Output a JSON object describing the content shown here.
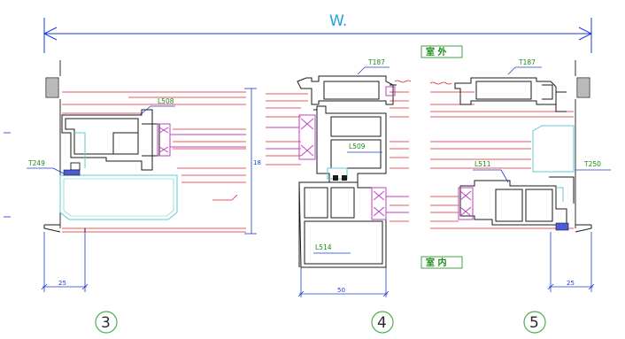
{
  "overall_width_label": "W.",
  "outside_label": "室 外",
  "inside_label": "室 内",
  "part_labels": {
    "t187_left": "T187",
    "t187_right": "T187",
    "l508": "L508",
    "l509": "L509",
    "l511": "L511",
    "l514": "L514",
    "t249": "T249",
    "t250": "T250",
    "height_mark": "18"
  },
  "dimensions": {
    "left_width": "25",
    "center_width": "50",
    "right_width": "25"
  },
  "section_numbers": [
    "3",
    "4",
    "5"
  ],
  "colors": {
    "outline": "#1a1a1a",
    "dimension": "#1a3bd6",
    "glass_lines": "#e0202a",
    "seal": "#c040c0",
    "label_text": "#1a8a1a",
    "glass_fill": "#5fc8d0"
  }
}
